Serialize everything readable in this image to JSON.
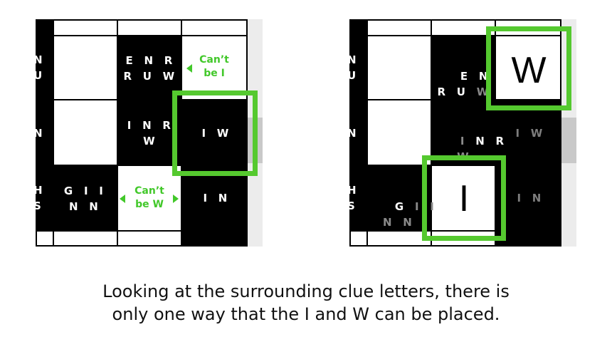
{
  "left_panel": {
    "edge_row1": "N\nU",
    "edge_row2": "N",
    "edge_row3": "H\nS",
    "clue_r1c3": "E N R\nR U W",
    "clue_r2c3": "I N R\nW",
    "clue_r2c4": "I W",
    "clue_r3c2": "G I I\nN N",
    "clue_r3c4": "I N",
    "note_top": "Can’t\nbe I",
    "note_bottom": "Can’t\nbe W"
  },
  "right_panel": {
    "edge_row1": "N\nU",
    "edge_row2": "N",
    "edge_row3": "H\nS",
    "clue_r1c3_line1": "E N R",
    "clue_r1c3_line2_a": "R U ",
    "clue_r1c3_line2_b": "W",
    "clue_r2c3_line1_a": "I",
    "clue_r2c3_line1_b": " N R",
    "clue_r2c3_line2": "W",
    "clue_r2c4": "I W",
    "clue_r3c2_a": "G ",
    "clue_r3c2_b": "I I",
    "clue_r3c2_line2": "N N",
    "clue_r3c4": "I N",
    "placed_top": "W",
    "placed_bottom": "I"
  },
  "caption_line1": "Looking at the surrounding clue letters, there is",
  "caption_line2": "only one way that the I and W can be placed.",
  "colors": {
    "highlight": "#55c92f",
    "note": "#42c82a"
  }
}
